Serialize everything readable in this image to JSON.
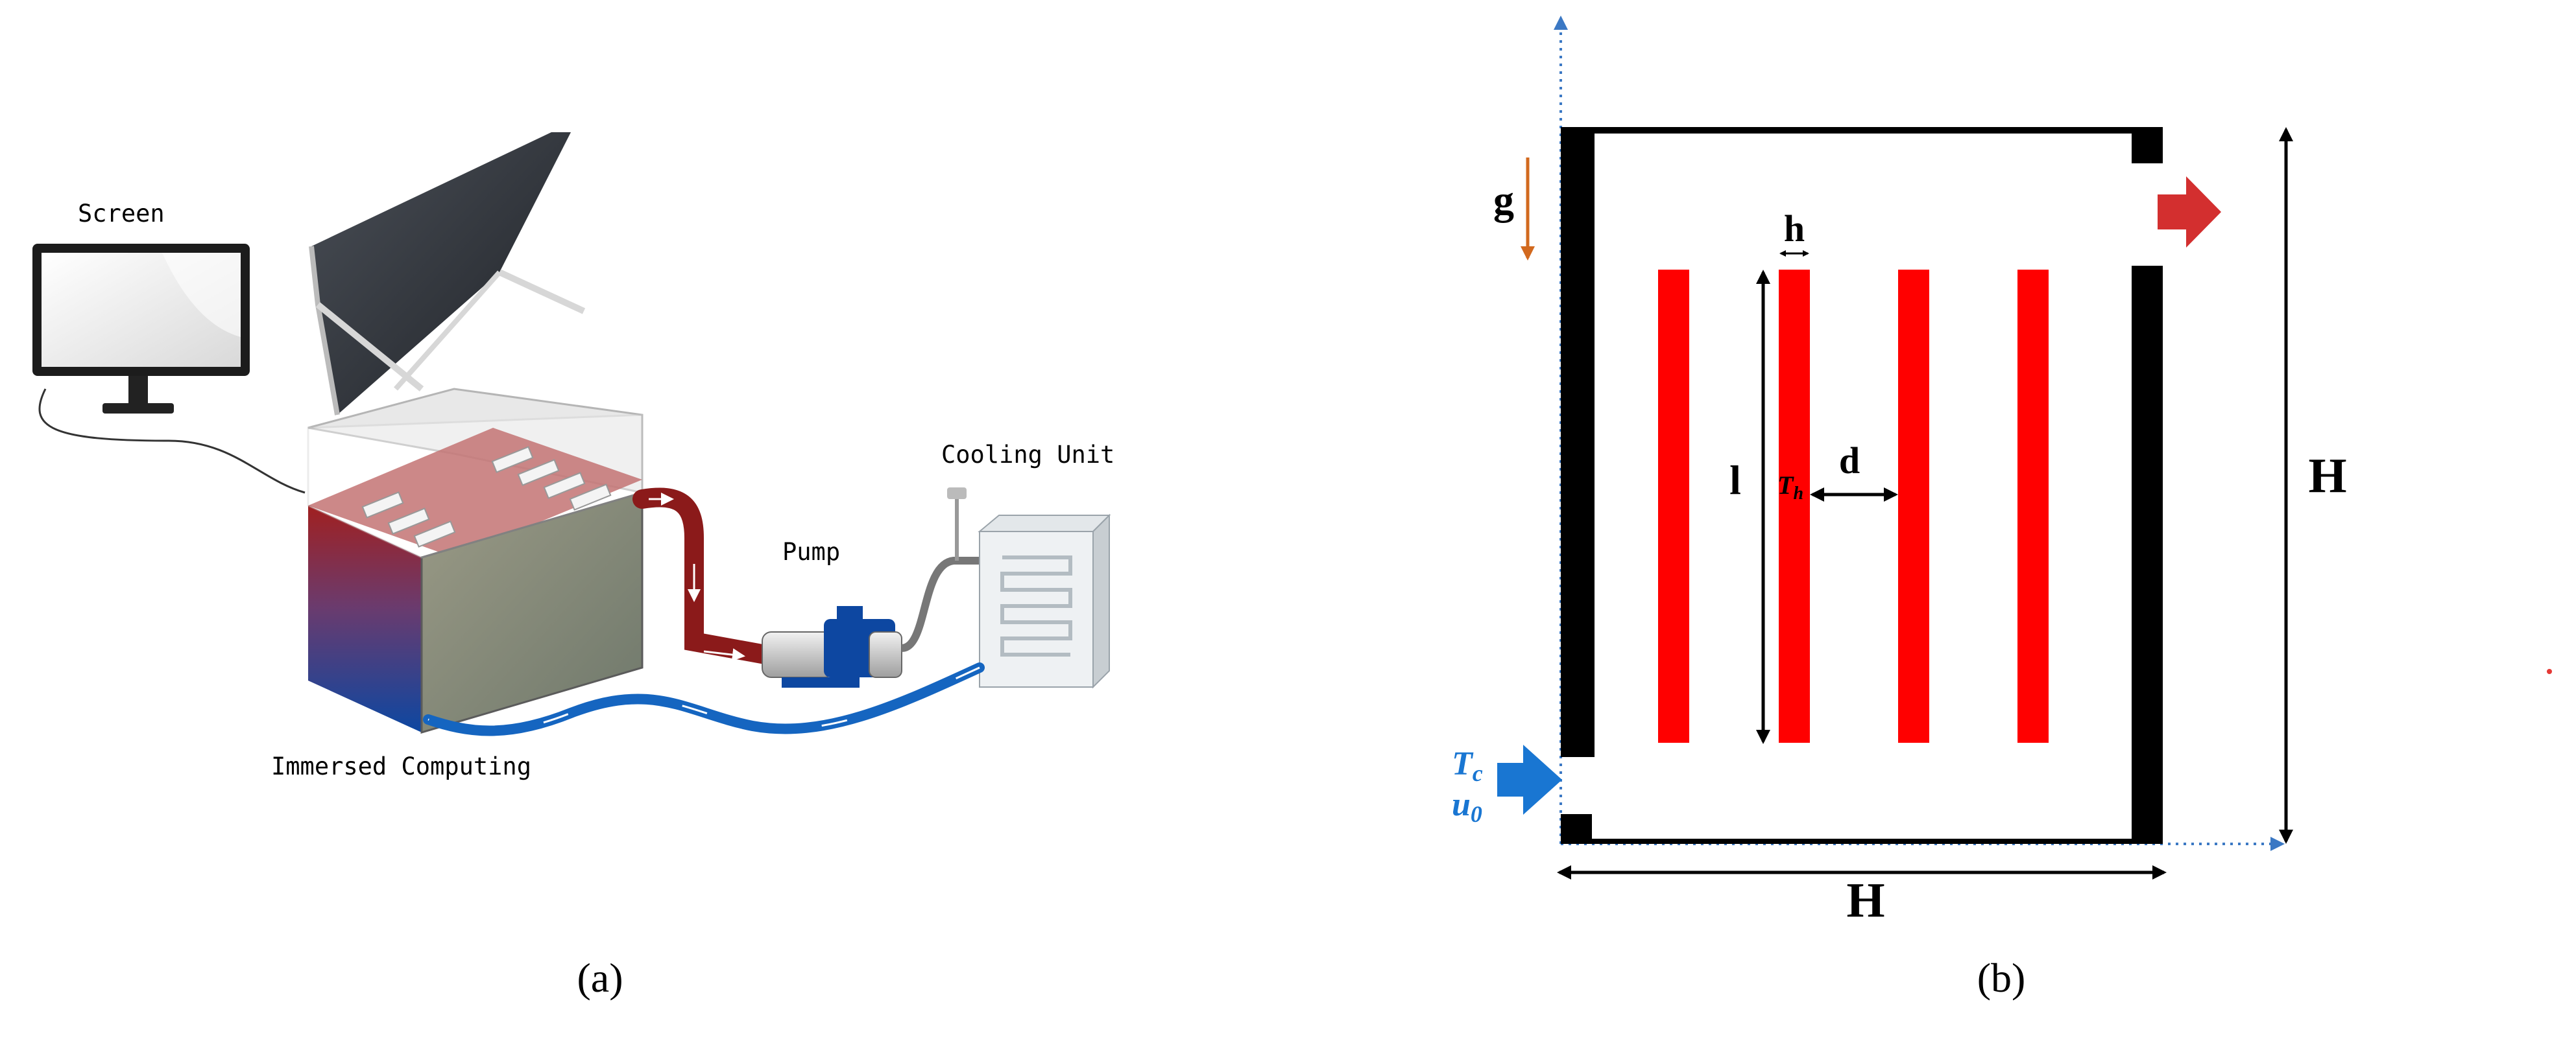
{
  "panel_a": {
    "caption": "(a)",
    "labels": {
      "screen": "Screen",
      "cooling_unit": "Cooling Unit",
      "pump": "Pump",
      "immersed_computing": "Immersed Computing"
    },
    "colors": {
      "hot_pipe": "#8b1a1a",
      "cold_pipe": "#1565c0",
      "tank_fluid": "#8a8a7a",
      "pump_body": "#0d47a1"
    }
  },
  "panel_b": {
    "caption": "(b)",
    "labels": {
      "gravity": "g",
      "heater_width": "h",
      "heater_length": "l",
      "heater_temp": "T",
      "heater_temp_sub": "h",
      "spacing": "d",
      "height_right": "H",
      "width_bottom": "H",
      "inlet_temp": "T",
      "inlet_temp_sub": "c",
      "inlet_velocity": "u",
      "inlet_velocity_sub": "0"
    },
    "heater_count": 4,
    "colors": {
      "heater": "#ff0000",
      "wall": "#000000",
      "inlet_arrow": "#1976d2",
      "outlet_arrow": "#d32f2f",
      "gravity_arrow": "#d2691e",
      "axis": "#3b78c4"
    }
  }
}
